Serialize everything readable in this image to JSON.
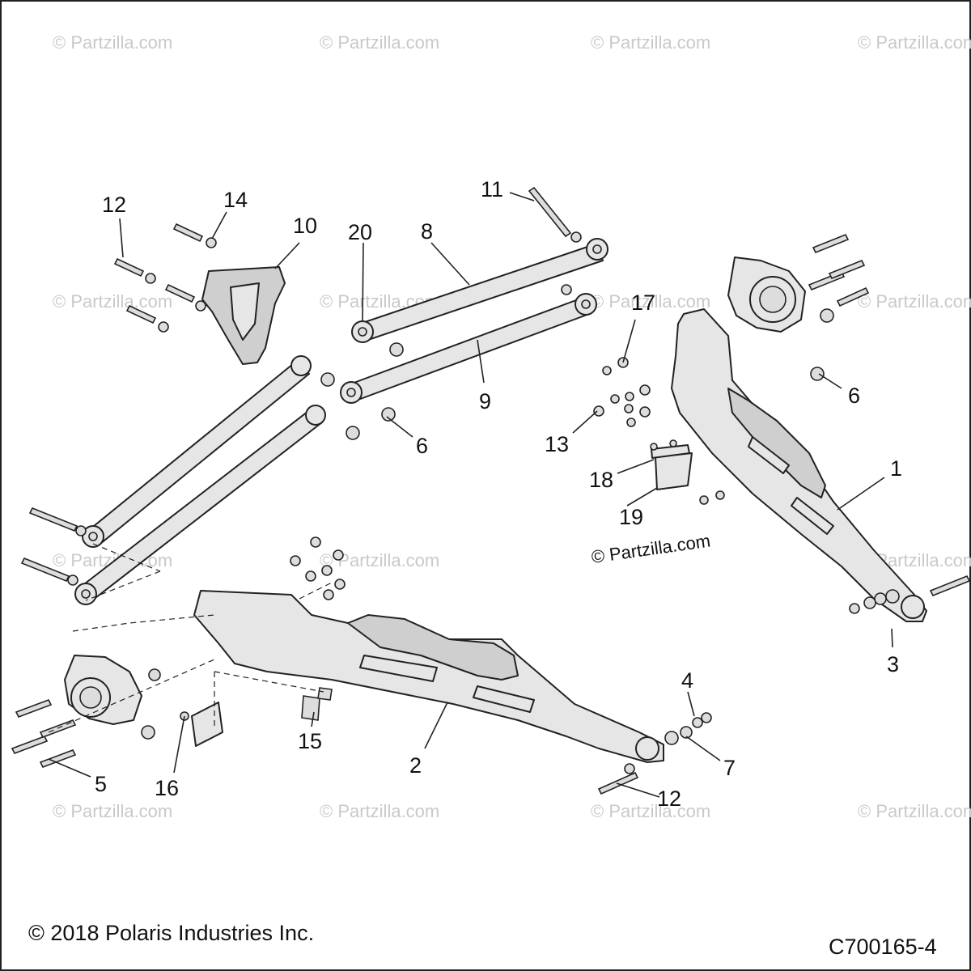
{
  "watermark": "© Partzilla.com",
  "site_credit": "© Partzilla.com",
  "copyright": "© 2018 Polaris Industries Inc.",
  "figure_code": "C700165-4",
  "callouts": [
    "1",
    "2",
    "3",
    "4",
    "5",
    "6",
    "6",
    "7",
    "8",
    "9",
    "10",
    "11",
    "12",
    "12",
    "13",
    "14",
    "15",
    "16",
    "17",
    "18",
    "19",
    "20"
  ]
}
